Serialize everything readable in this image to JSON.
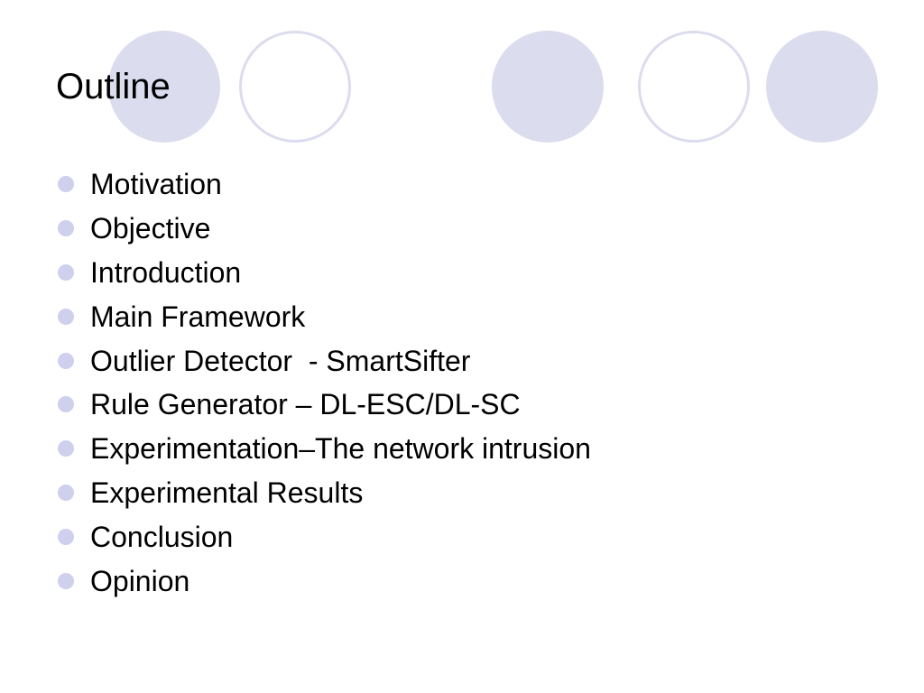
{
  "slide": {
    "title": "Outline",
    "bullets": [
      "Motivation",
      "Objective",
      "Introduction",
      "Main Framework",
      "Outlier Detector  - SmartSifter",
      "Rule Generator – DL-ESC/DL-SC",
      "Experimentation–The network intrusion",
      "Experimental Results",
      "Conclusion",
      "Opinion"
    ]
  },
  "colors": {
    "background": "#ffffff",
    "text": "#000000",
    "decor_fill": "#dcdcef",
    "bullet": "#cfcfee"
  }
}
